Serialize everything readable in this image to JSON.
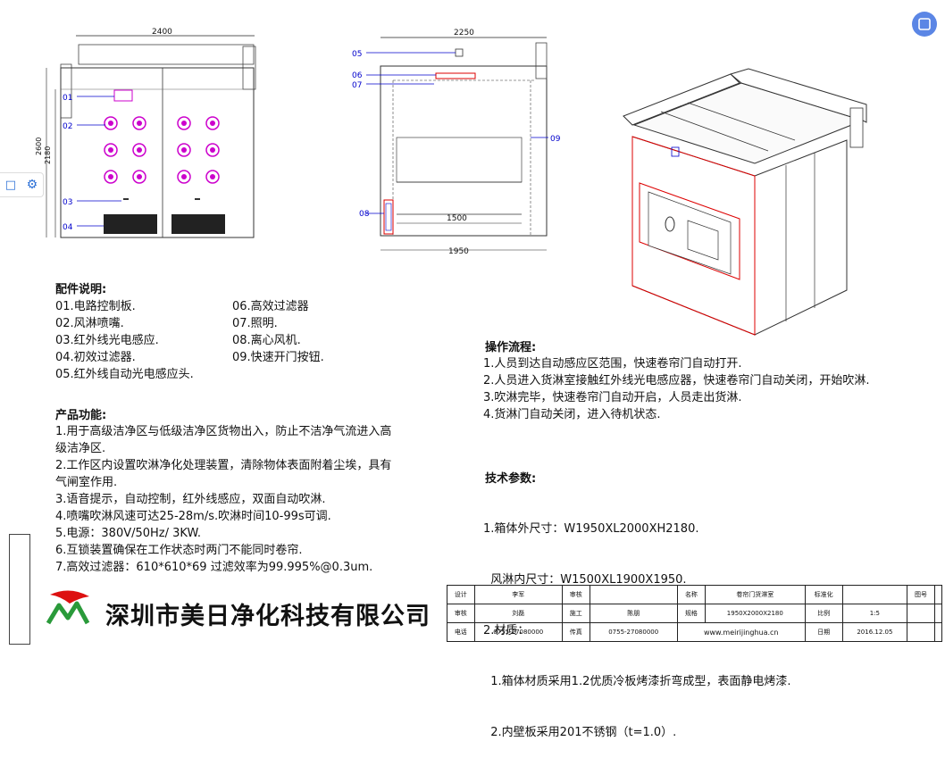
{
  "front_view": {
    "width_label": "2400",
    "height_outer": "2600",
    "height_inner": "2180",
    "callouts": [
      "01",
      "02",
      "03",
      "04"
    ]
  },
  "side_view": {
    "top_label": "2250",
    "inner_label": "1500",
    "bottom_label": "1950",
    "callouts_left": [
      "05",
      "06",
      "07",
      "08"
    ],
    "callout_right": "09"
  },
  "parts": {
    "title": "配件说明:",
    "left": [
      "01.电路控制板.",
      "02.风淋喷嘴.",
      "03.红外线光电感应.",
      "04.初效过滤器.",
      "05.红外线自动光电感应头."
    ],
    "right": [
      "06.高效过滤器",
      "07.照明.",
      "08.离心风机.",
      "09.快速开门按钮."
    ]
  },
  "functions": {
    "title": "产品功能:",
    "lines": [
      "1.用于高级洁净区与低级洁净区货物出入，防止不洁净气流进入高",
      "级洁净区.",
      "2.工作区内设置吹淋净化处理装置，清除物体表面附着尘埃，具有",
      "气闸室作用.",
      "3.语音提示，自动控制，红外线感应，双面自动吹淋.",
      "4.喷嘴吹淋风速可达25-28m/s.吹淋时间10-99s可调.",
      "5.电源：380V/50Hz/   3KW.",
      "6.互锁装置确保在工作状态时两门不能同时卷帘.",
      "7.高效过滤器：610*610*69   过滤效率为99.995%@0.3um."
    ]
  },
  "process": {
    "title": "操作流程:",
    "lines": [
      "1.人员到达自动感应区范围，快速卷帘门自动打开.",
      "2.人员进入货淋室接触红外线光电感应器，快速卷帘门自动关闭，开始吹淋.",
      "3.吹淋完毕，快速卷帘门自动开启，人员走出货淋.",
      "4.货淋门自动关闭，进入待机状态."
    ]
  },
  "tech": {
    "title": "技术参数:",
    "lines": [
      "1.箱体外尺寸：W1950XL2000XH2180.",
      "  风淋内尺寸：W1500XL1900X1950.",
      "2.材质：",
      "  1.箱体材质采用1.2优质冷板烤漆折弯成型，表面静电烤漆.",
      "  2.内壁板采用201不锈钢（t=1.0）."
    ]
  },
  "company": {
    "name": "深圳市美日净化科技有限公司"
  },
  "title_block": {
    "website": "www.meirijinghua.cn",
    "cells": [
      "设计",
      "李军",
      "审核",
      "",
      "名称",
      "卷帘门货淋室",
      "标准化",
      "",
      "图号",
      "",
      "审核",
      "刘磊",
      "施工",
      "陈朋",
      "规格",
      "1950X2000X2180",
      "比例",
      "1:5",
      "电话",
      "0755-27080000",
      "传真",
      "0755-27080000",
      "日期",
      "2016.12.05"
    ]
  },
  "colors": {
    "line": "#222222",
    "accent": "#cc00cc",
    "callout": "#0000cc",
    "red": "#dd0000"
  }
}
